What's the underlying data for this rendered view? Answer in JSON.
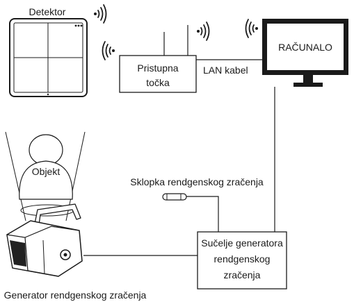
{
  "labels": {
    "detector": "Detektor",
    "access_point_line1": "Pristupna",
    "access_point_line2": "točka",
    "lan_cable": "LAN kabel",
    "computer": "RAČUNALO",
    "object": "Objekt",
    "xray_switch": "Sklopka rendgenskog zračenja",
    "interface_line1": "Sučelje generatora",
    "interface_line2": "rendgenskog",
    "interface_line3": "zračenja",
    "generator": "Generator rendgenskog zračenja"
  },
  "icons": [
    "wifi-icon"
  ]
}
